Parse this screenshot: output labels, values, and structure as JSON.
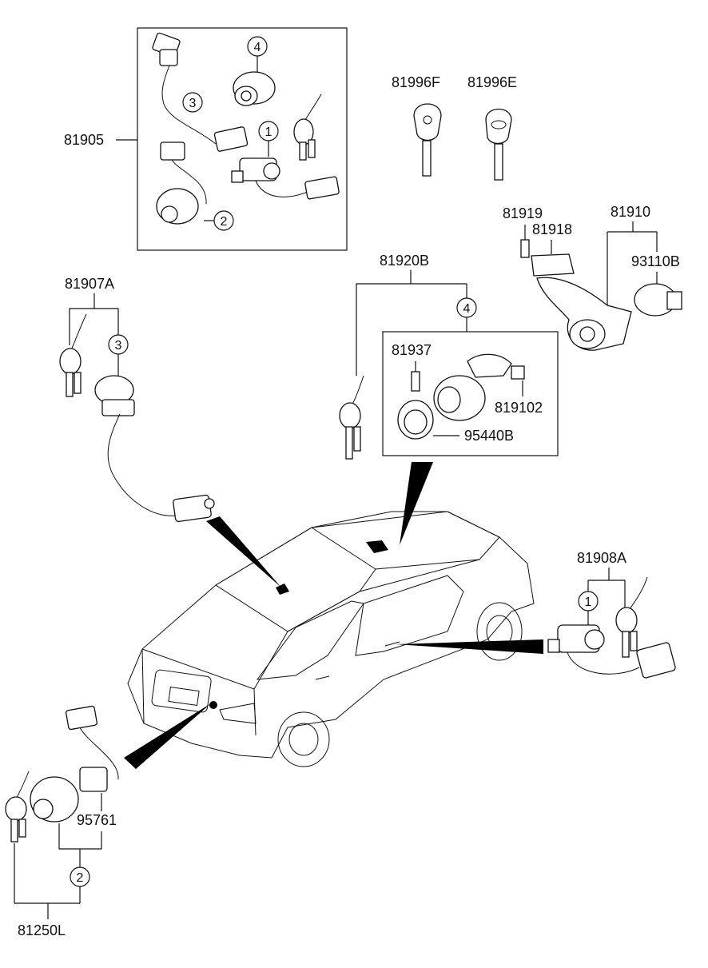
{
  "labels": {
    "p81905": "81905",
    "p81996F": "81996F",
    "p81996E": "81996E",
    "p81919": "81919",
    "p81918": "81918",
    "p81910": "81910",
    "p93110B": "93110B",
    "p81907A": "81907A",
    "p81920B": "81920B",
    "p81937": "81937",
    "p819102": "819102",
    "p95440B": "95440B",
    "p81908A": "81908A",
    "p95761": "95761",
    "p81250L": "81250L"
  },
  "callouts": {
    "c1": "1",
    "c2": "2",
    "c3": "3",
    "c4": "4"
  }
}
